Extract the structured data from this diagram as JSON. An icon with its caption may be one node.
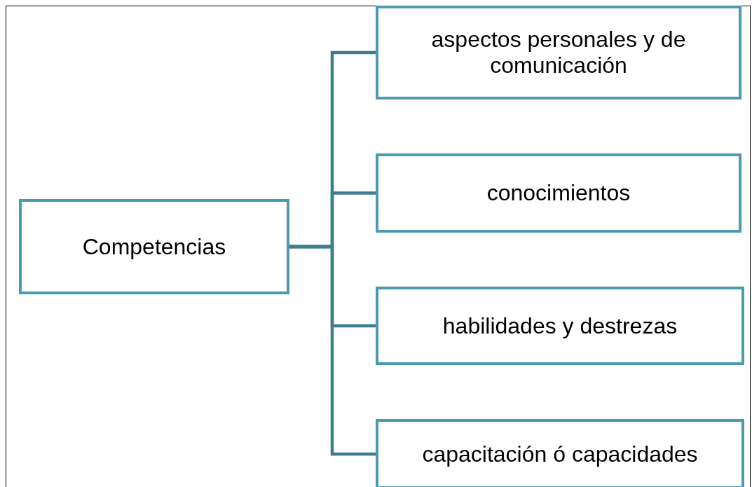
{
  "diagram": {
    "nodes": [
      {
        "text": [
          "Competencias"
        ]
      },
      {
        "text": [
          "aspectos personales y de comunicación"
        ]
      },
      {
        "text": [
          "conocimientos"
        ]
      },
      {
        "text": [
          "habilidades y destrezas"
        ]
      },
      {
        "text": [
          "capacitación ó capacidades"
        ]
      }
    ],
    "edges": [
      {
        "from": 0,
        "to": 1,
        "arrow": "none"
      },
      {
        "from": 0,
        "to": 2,
        "arrow": "none"
      },
      {
        "from": 0,
        "to": 3,
        "arrow": "none"
      },
      {
        "from": 0,
        "to": 4,
        "arrow": "none"
      }
    ]
  }
}
